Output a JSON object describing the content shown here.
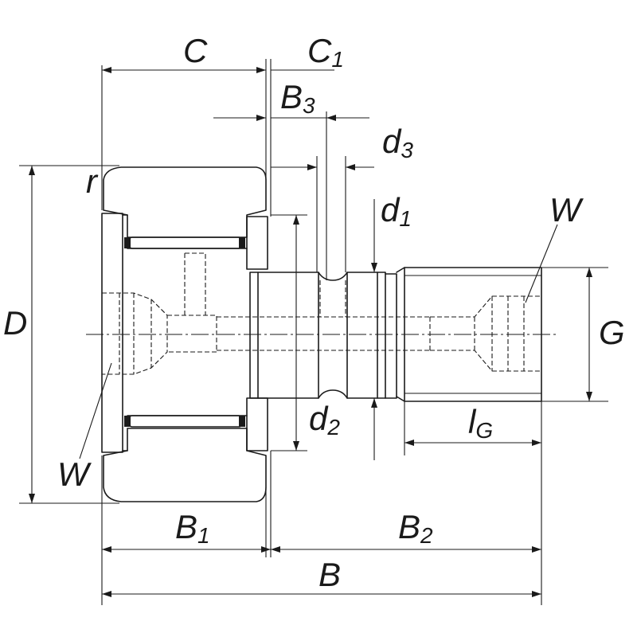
{
  "labels": {
    "C": "C",
    "C1": {
      "base": "C",
      "sub": "1"
    },
    "B3": {
      "base": "B",
      "sub": "3"
    },
    "d3": {
      "base": "d",
      "sub": "3"
    },
    "d1": {
      "base": "d",
      "sub": "1"
    },
    "r": "r",
    "W_top": "W",
    "W_bottom": "W",
    "D": "D",
    "G": "G",
    "d2": {
      "base": "d",
      "sub": "2"
    },
    "lG": {
      "base": "l",
      "sub": "G"
    },
    "B1": {
      "base": "B",
      "sub": "1"
    },
    "B2": {
      "base": "B",
      "sub": "2"
    },
    "B": "B"
  },
  "colors": {
    "line": "#1a1a1a",
    "background": "#ffffff"
  }
}
